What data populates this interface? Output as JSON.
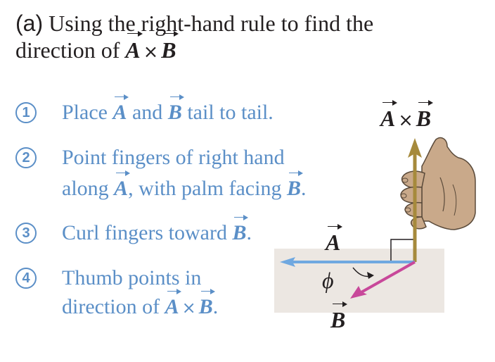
{
  "title": {
    "tag": "(a)",
    "line1": "Using the right-hand rule to find the",
    "line2_prefix": "direction of",
    "vec_a": "A",
    "cross": "×",
    "vec_b": "B"
  },
  "steps": [
    {
      "num": "1",
      "text_a": "Place ",
      "vec_1": "A",
      "text_b": " and ",
      "vec_2": "B",
      "text_c": " tail to tail."
    },
    {
      "num": "2",
      "line1": "Point fingers of right hand",
      "line2_a": "along ",
      "vec_1": "A",
      "line2_b": ", with palm facing ",
      "vec_2": "B",
      "line2_c": "."
    },
    {
      "num": "3",
      "text_a": "Curl fingers toward ",
      "vec_1": "B",
      "text_b": "."
    },
    {
      "num": "4",
      "line1": "Thumb points in",
      "line2_a": "direction of ",
      "vec_1": "A",
      "cross": "×",
      "vec_2": "B",
      "line2_b": "."
    }
  ],
  "diagram": {
    "label_axb_a": "A",
    "label_axb_cross": "×",
    "label_axb_b": "B",
    "label_a": "A",
    "label_b": "B",
    "label_phi": "ϕ",
    "colors": {
      "vector_a": "#6fa8e0",
      "vector_b": "#c8489a",
      "vector_cross": "#a68a3c",
      "plane": "#ece7e2",
      "hand": "#c9a98a"
    }
  }
}
